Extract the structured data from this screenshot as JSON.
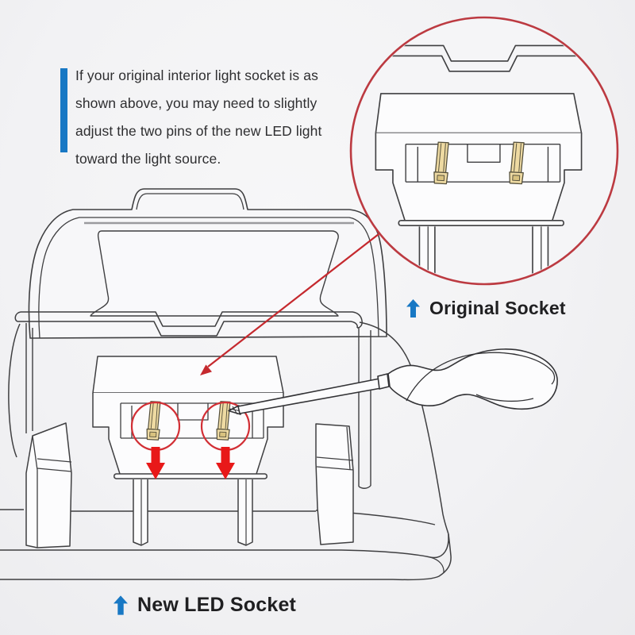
{
  "instruction_note": {
    "lines": [
      "If your original interior light socket is as",
      "shown above, you may need to slightly",
      "adjust the two pins of the new LED light",
      "toward the light source."
    ]
  },
  "labels": {
    "inset": "Original Socket",
    "main": "New LED Socket"
  },
  "icons": {
    "inset_label_arrow": "up-arrow-icon",
    "main_label_arrow": "up-arrow-icon",
    "inset_ring": "magnifier-circle",
    "pointer": "red-pointer-arrow",
    "pin_markers": "red-highlight-circles",
    "adjust_arrows": "red-down-arrows"
  },
  "colors": {
    "accent_blue": "#1878c4",
    "inset_ring_red": "#bc3a41",
    "highlight_red": "#d22f35",
    "arrow_red": "#e81919",
    "pointer_red": "#c5292e",
    "pin_gold": "#eedaa2",
    "pin_gold_dark": "#d9c27f",
    "line_gray": "#3f3f41",
    "background_gray": "#f2f2f4",
    "text_dark": "#2e2e30"
  }
}
